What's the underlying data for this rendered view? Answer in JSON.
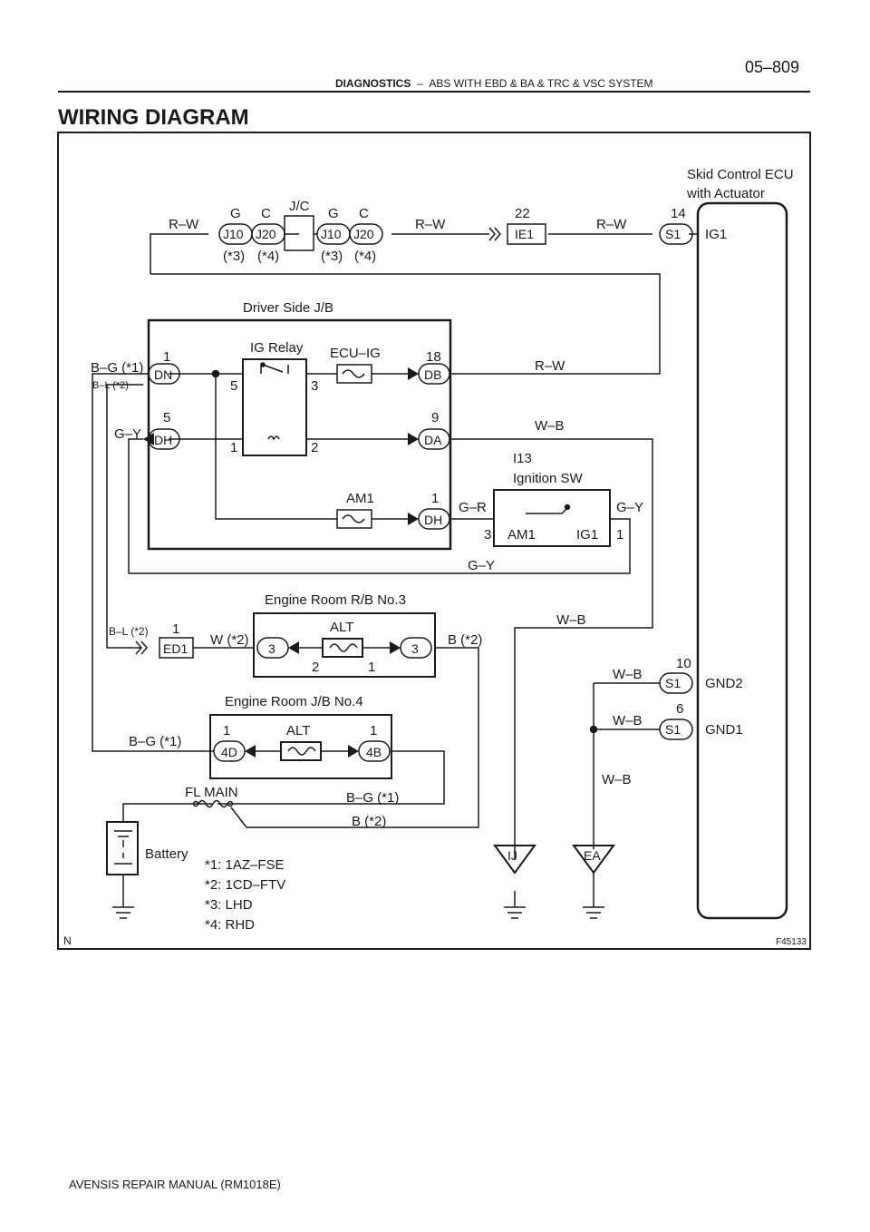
{
  "header": {
    "page_number": "05–809",
    "section": "DIAGNOSTICS",
    "separator": "–",
    "subsection": "ABS WITH EBD & BA & TRC & VSC SYSTEM"
  },
  "title": "WIRING DIAGRAM",
  "footer": "AVENSIS REPAIR MANUAL   (RM1018E)",
  "figure_id": "F45133",
  "corner_mark": "N",
  "ecu": {
    "name_line1": "Skid Control ECU",
    "name_line2": "with Actuator"
  },
  "jc": {
    "label": "J/C",
    "letters": [
      "G",
      "C",
      "G",
      "C"
    ],
    "connectors": [
      "J10",
      "J20",
      "J10",
      "J20"
    ],
    "notes": [
      "(*3)",
      "(*4)",
      "(*3)",
      "(*4)"
    ]
  },
  "pins": {
    "ie1_pin": "22",
    "ie1": "IE1",
    "s1_ig1_pin": "14",
    "s1": "S1",
    "ig1": "IG1",
    "dn_pin": "1",
    "dn": "DN",
    "dh_pin": "5",
    "dh": "DH",
    "db_pin": "18",
    "db": "DB",
    "da_pin": "9",
    "da": "DA",
    "dh2_pin": "1",
    "dh2": "DH",
    "relay_p5": "5",
    "relay_p3": "3",
    "relay_p1": "1",
    "relay_p2": "2",
    "sw_p3": "3",
    "sw_p1": "1",
    "sw_am1": "AM1",
    "sw_ig1": "IG1",
    "ed1_pin": "1",
    "ed1": "ED1",
    "rb3_left": "3",
    "rb3_right": "3",
    "rb3_p2": "2",
    "rb3_p1": "1",
    "jb4_pin_left": "1",
    "jb4_left": "4D",
    "jb4_pin_right": "1",
    "jb4_right": "4B",
    "gnd2_pin": "10",
    "gnd2": "GND2",
    "gnd1_pin": "6",
    "gnd1": "GND1",
    "ground_ij": "IJ",
    "ground_ea": "EA"
  },
  "wires": {
    "rw1": "R–W",
    "rw2": "R–W",
    "rw3": "R–W",
    "rw4": "R–W",
    "bg1": "B–G (*1)",
    "bl1": "B–L (*2)",
    "gy1": "G–Y",
    "wb1": "W–B",
    "gr": "G–R",
    "gy2": "G–Y",
    "gy3": "G–Y",
    "wb2": "W–B",
    "bl2": "B–L (*2)",
    "w2": "W (*2)",
    "b2": "B (*2)",
    "wb3": "W–B",
    "wb4": "W–B",
    "bg2": "B–G (*1)",
    "wb5": "W–B",
    "bg3": "B–G (*1)",
    "b3": "B (*2)"
  },
  "components": {
    "driver_jb": "Driver Side J/B",
    "ig_relay": "IG Relay",
    "ecu_ig": "ECU–IG",
    "am1": "AM1",
    "ignition_code": "I13",
    "ignition_sw": "Ignition SW",
    "er_rb3": "Engine Room R/B No.3",
    "alt1": "ALT",
    "er_jb4": "Engine Room J/B No.4",
    "alt2": "ALT",
    "fl_main": "FL MAIN",
    "battery": "Battery"
  },
  "notes": [
    "*1: 1AZ–FSE",
    "*2: 1CD–FTV",
    "*3: LHD",
    "*4: RHD"
  ]
}
